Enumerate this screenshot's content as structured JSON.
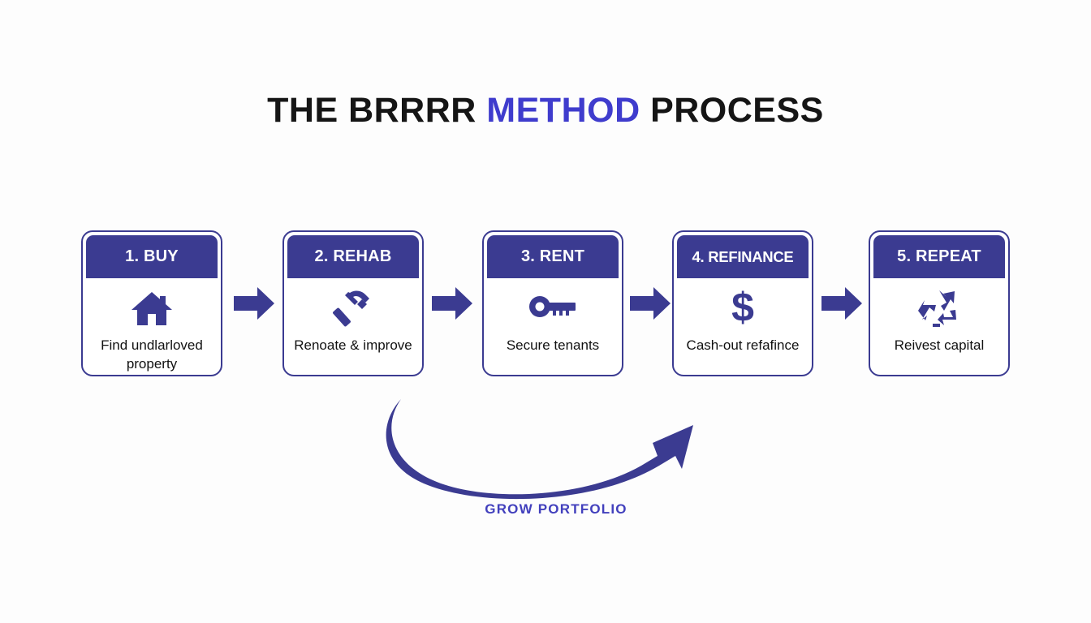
{
  "title": {
    "prefix": "THE BRRRR ",
    "accent": "METHOD",
    "suffix": " PROCESS",
    "full": "THE BRRRR METHOD PROCESS"
  },
  "colors": {
    "brand_indigo": "#3b3b91",
    "accent_blue": "#3f3ccd",
    "loop_label_blue": "#4240bd",
    "text_black": "#111111",
    "card_background": "#ffffff",
    "page_background": "#fdfdfd"
  },
  "steps": [
    {
      "number": "1.",
      "header": "1. BUY",
      "icon": "house-icon",
      "caption": "Find undlarloved property"
    },
    {
      "number": "2.",
      "header": "2. REHAB",
      "icon": "hammer-icon",
      "caption": "Renoate & improve"
    },
    {
      "number": "3.",
      "header": "3. RENT",
      "icon": "key-icon",
      "caption": "Secure tenants"
    },
    {
      "number": "4.",
      "header": "4. REFINANCE",
      "icon": "dollar-sign-icon",
      "caption": "Cash-out refafince"
    },
    {
      "number": "5.",
      "header": "5. REPEAT",
      "icon": "recycle-icon",
      "caption": "Reivest capital"
    }
  ],
  "connectors": [
    {
      "icon": "arrow-right-icon"
    },
    {
      "icon": "arrow-right-icon"
    },
    {
      "icon": "arrow-right-icon"
    },
    {
      "icon": "arrow-right-icon"
    }
  ],
  "loop": {
    "icon": "curved-loop-arrow-icon",
    "label": "GROW PORTFOLIO",
    "from_step": "1. BUY",
    "to_step": "4. REFINANCE"
  }
}
